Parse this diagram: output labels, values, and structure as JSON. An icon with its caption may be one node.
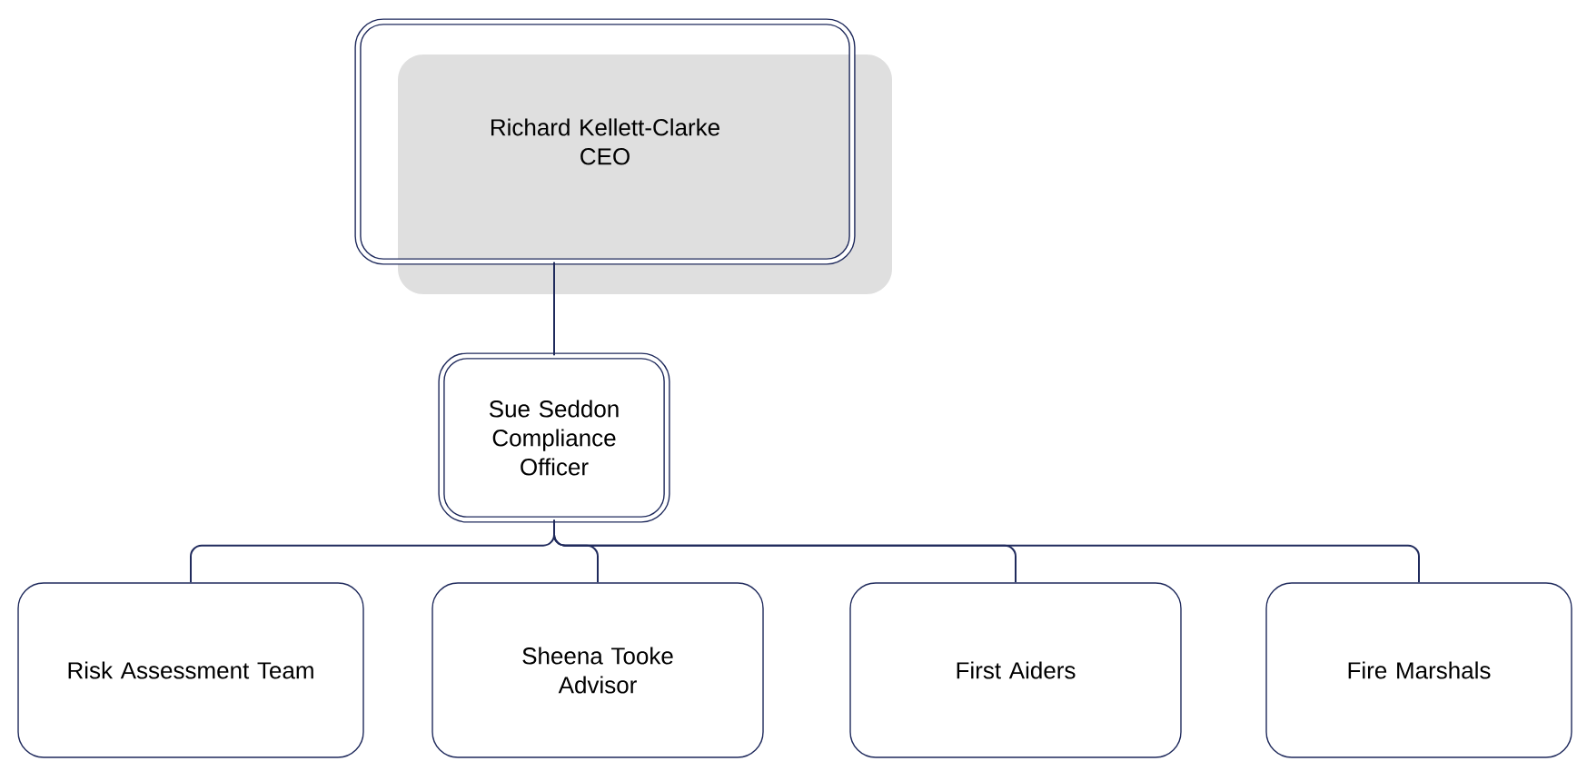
{
  "diagram": {
    "nodes": [
      {
        "text": [
          "Richard Kellett-Clarke",
          "CEO"
        ]
      },
      {
        "text": [
          "Sue Seddon",
          "Compliance Officer"
        ]
      },
      {
        "text": [
          "Risk Assessment Team"
        ]
      },
      {
        "text": [
          "Sheena Tooke",
          "Advisor"
        ]
      },
      {
        "text": [
          "First Aiders"
        ]
      },
      {
        "text": [
          "Fire Marshals"
        ]
      }
    ],
    "edges": [
      {
        "from": 0,
        "to": 1,
        "arrow": "none"
      },
      {
        "from": 1,
        "to": 2,
        "arrow": "none"
      },
      {
        "from": 1,
        "to": 3,
        "arrow": "none"
      },
      {
        "from": 1,
        "to": 4,
        "arrow": "none"
      },
      {
        "from": 1,
        "to": 5,
        "arrow": "none"
      }
    ]
  }
}
